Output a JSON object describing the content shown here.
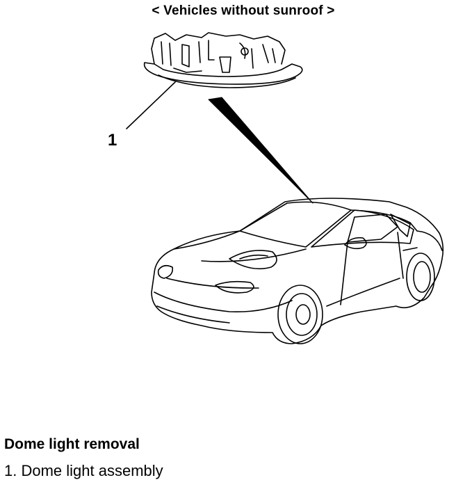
{
  "header": {
    "title": "< Vehicles without sunroof >"
  },
  "diagram": {
    "callout_number": "1"
  },
  "caption": {
    "heading": "Dome light removal",
    "items": [
      "1. Dome light assembly"
    ]
  }
}
